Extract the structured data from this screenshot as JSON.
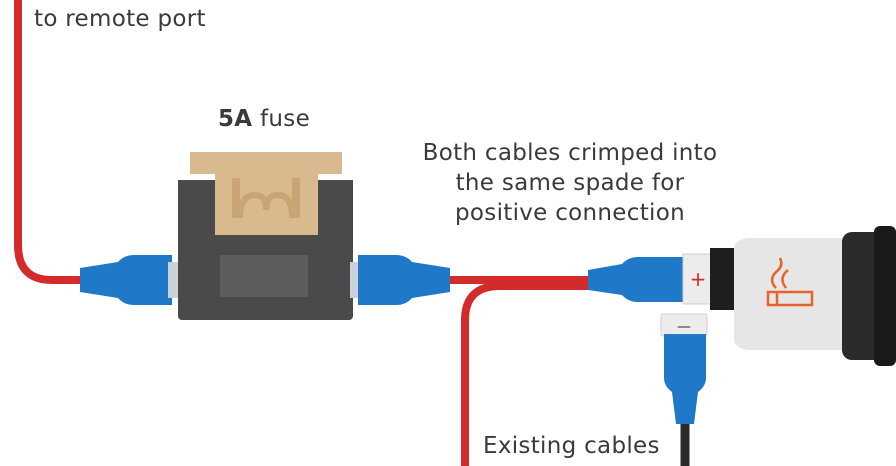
{
  "labels": {
    "remote_port": "to remote port",
    "fuse_rating": "5A",
    "fuse_word": "fuse",
    "spade_note": "Both cables crimped into the same spade for positive connection",
    "existing_cables": "Existing cables"
  },
  "terminals": {
    "positive_symbol": "+",
    "negative_symbol": "—"
  },
  "colors": {
    "positive_wire": "#d32b2b",
    "negative_wire": "#2b2b2b",
    "spade_connector": "#1f78c8",
    "fuse_holder": "#4a4a4a",
    "fuse_blade": "#d9b98e",
    "socket_body": "#e6e6e6",
    "socket_icon": "#e8632a"
  },
  "icons": {
    "socket_symbol": "cigarette-lighter-icon"
  }
}
